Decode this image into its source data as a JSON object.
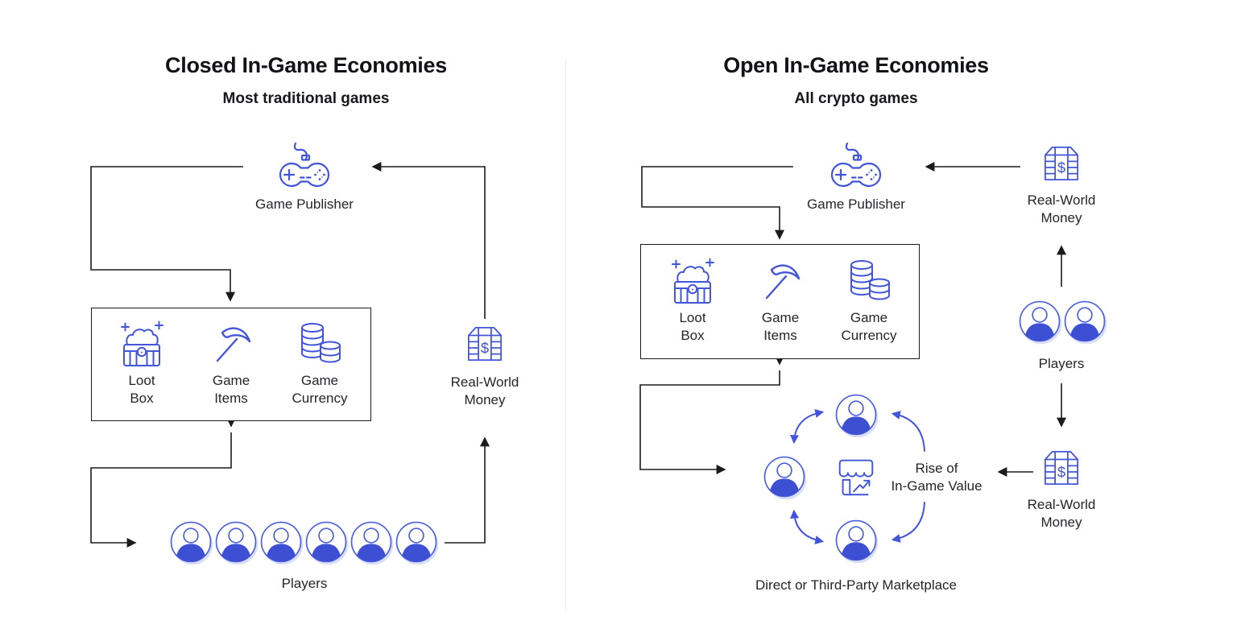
{
  "diagram": {
    "left": {
      "title": "Closed In-Game Economies",
      "subtitle": "Most traditional games",
      "publisher": "Game Publisher",
      "items": [
        {
          "l1": "Loot",
          "l2": "Box"
        },
        {
          "l1": "Game",
          "l2": "Items"
        },
        {
          "l1": "Game",
          "l2": "Currency"
        }
      ],
      "money": {
        "l1": "Real-World",
        "l2": "Money"
      },
      "players": "Players"
    },
    "right": {
      "title": "Open In-Game Economies",
      "subtitle": "All crypto games",
      "publisher": "Game Publisher",
      "items": [
        {
          "l1": "Loot",
          "l2": "Box"
        },
        {
          "l1": "Game",
          "l2": "Items"
        },
        {
          "l1": "Game",
          "l2": "Currency"
        }
      ],
      "money_top": {
        "l1": "Real-World",
        "l2": "Money"
      },
      "players": "Players",
      "money_bottom": {
        "l1": "Real-World",
        "l2": "Money"
      },
      "rise": {
        "l1": "Rise of",
        "l2": "In-Game Value"
      },
      "marketplace": "Direct or Third-Party Marketplace"
    },
    "colors": {
      "accent": "#4355D8",
      "avatar_fill": "#3D50D4",
      "ink": "#1b1b1b",
      "divider": "#e8e8f0"
    }
  }
}
